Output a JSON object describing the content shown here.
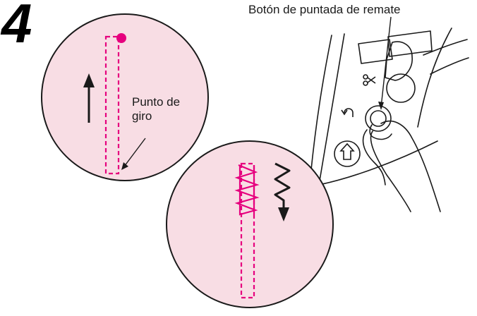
{
  "step_number": "4",
  "labels": {
    "reverse_button": "Botón de puntada de remate",
    "pivot_line1": "Punto de",
    "pivot_line2": "giro"
  },
  "colors": {
    "circle_fill": "#f8dde4",
    "stitch": "#e6007e",
    "outline": "#1a1a1a"
  },
  "icons": [
    "scissors-icon",
    "reverse-arrow-icon",
    "needle-up-icon",
    "zigzag-arrow-icon",
    "up-arrow-icon"
  ]
}
